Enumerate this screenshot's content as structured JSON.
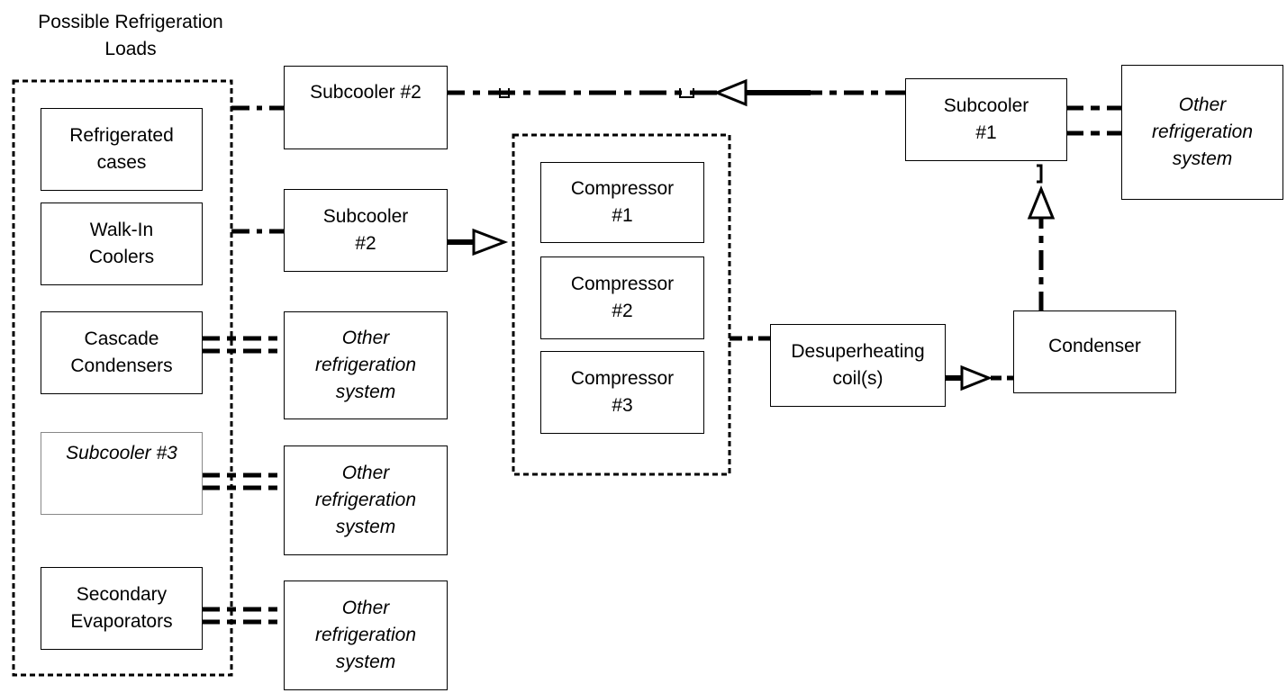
{
  "title": "Possible Refrigeration\nLoads",
  "loads": {
    "refrigerated_cases": "Refrigerated\ncases",
    "walk_in_coolers": "Walk-In\nCoolers",
    "cascade_condensers": "Cascade\nCondensers",
    "subcooler_3": "Subcooler #3",
    "secondary_evaporators": "Secondary\nEvaporators"
  },
  "subcoolers": {
    "top": "Subcooler #2",
    "middle": "Subcooler\n#2",
    "right": "Subcooler\n#1"
  },
  "other_systems": {
    "a": "Other\nrefrigeration\nsystem",
    "b": "Other\nrefrigeration\nsystem",
    "c": "Other\nrefrigeration\nsystem",
    "d": "Other\nrefrigeration\nsystem"
  },
  "compressors": {
    "c1": "Compressor\n#1",
    "c2": "Compressor\n#2",
    "c3": "Compressor\n#3"
  },
  "desuperheating_coil": "Desuperheating\ncoil(s)",
  "condenser": "Condenser",
  "colors": {
    "line": "#000000",
    "background": "#ffffff"
  }
}
